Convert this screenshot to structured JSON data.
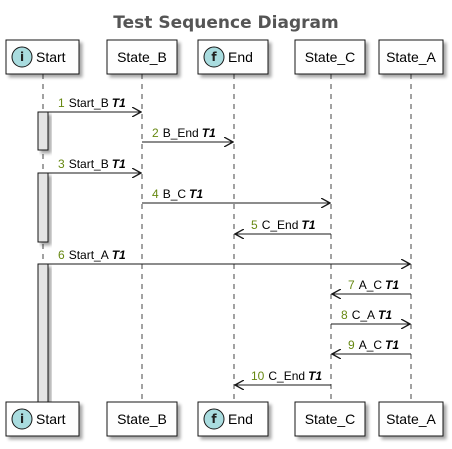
{
  "title": "Test Sequence Diagram",
  "participants": [
    {
      "id": "start",
      "label": "Start",
      "icon": "i",
      "icon_name": "initial-icon",
      "icon_color": "#A9DCDF"
    },
    {
      "id": "state_b",
      "label": "State_B",
      "icon": null
    },
    {
      "id": "end",
      "label": "End",
      "icon": "f",
      "icon_name": "final-icon",
      "icon_color": "#A9DCDF"
    },
    {
      "id": "state_c",
      "label": "State_C",
      "icon": null
    },
    {
      "id": "state_a",
      "label": "State_A",
      "icon": null
    }
  ],
  "messages": [
    {
      "num": "1",
      "text": "Start_B",
      "tag": "T1",
      "from": "start",
      "to": "state_b"
    },
    {
      "num": "2",
      "text": "B_End",
      "tag": "T1",
      "from": "state_b",
      "to": "end"
    },
    {
      "num": "3",
      "text": "Start_B",
      "tag": "T1",
      "from": "start",
      "to": "state_b"
    },
    {
      "num": "4",
      "text": "B_C",
      "tag": "T1",
      "from": "state_b",
      "to": "state_c"
    },
    {
      "num": "5",
      "text": "C_End",
      "tag": "T1",
      "from": "state_c",
      "to": "end"
    },
    {
      "num": "6",
      "text": "Start_A",
      "tag": "T1",
      "from": "start",
      "to": "state_a"
    },
    {
      "num": "7",
      "text": "A_C",
      "tag": "T1",
      "from": "state_a",
      "to": "state_c"
    },
    {
      "num": "8",
      "text": "C_A",
      "tag": "T1",
      "from": "state_c",
      "to": "state_a"
    },
    {
      "num": "9",
      "text": "A_C",
      "tag": "T1",
      "from": "state_a",
      "to": "state_c"
    },
    {
      "num": "10",
      "text": "C_End",
      "tag": "T1",
      "from": "state_c",
      "to": "end"
    }
  ],
  "activations": [
    {
      "participant": "start",
      "from_message": 1,
      "to_message": 2
    },
    {
      "participant": "start",
      "from_message": 3,
      "to_message": 5
    },
    {
      "participant": "start",
      "from_message": 6,
      "to_message": 10
    }
  ],
  "colors": {
    "box_fill": "#FEFEFE",
    "box_stroke": "#A80036",
    "shadow": "#BBBBBB",
    "line": "#181818",
    "lifeline": "#444444",
    "activation_fill": "#E4E4E4",
    "title": "#555555",
    "number": "#668811"
  }
}
